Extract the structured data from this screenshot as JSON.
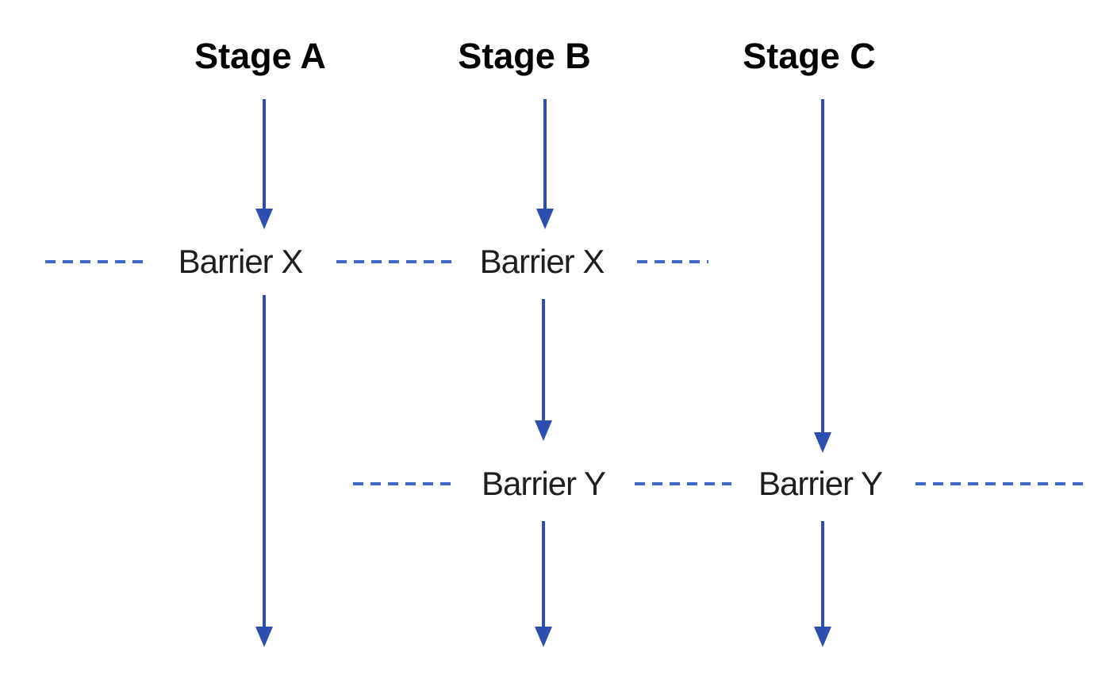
{
  "diagram": {
    "stages": [
      {
        "label": "Stage A"
      },
      {
        "label": "Stage B"
      },
      {
        "label": "Stage C"
      }
    ],
    "barriers": [
      {
        "name": "barrier-x",
        "labels": [
          "Barrier X",
          "Barrier X"
        ]
      },
      {
        "name": "barrier-y",
        "labels": [
          "Barrier Y",
          "Barrier Y"
        ]
      }
    ],
    "colors": {
      "arrow": "#2e4fae",
      "dash": "#4169c8",
      "stage_label": "#000000",
      "barrier_label": "#1e1e1e",
      "background": "#ffffff"
    }
  }
}
